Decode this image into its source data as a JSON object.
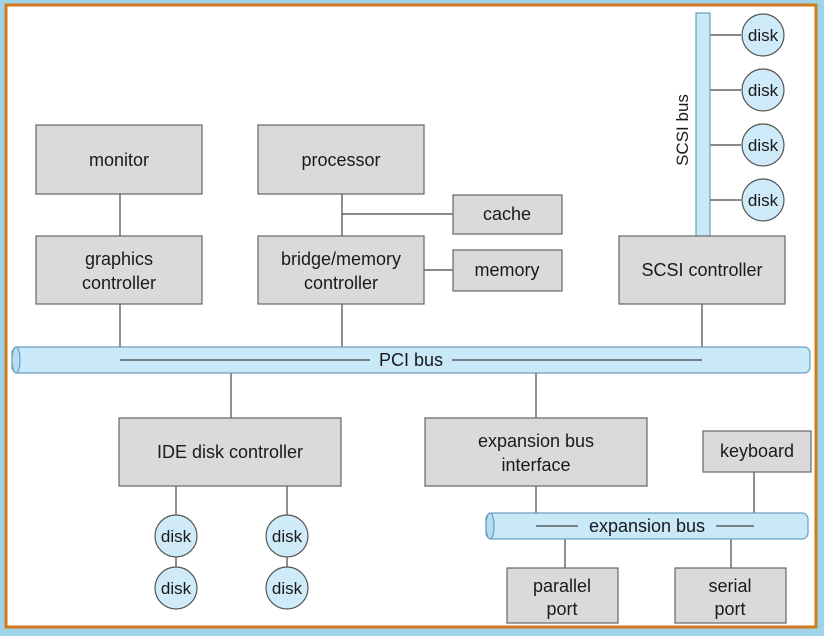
{
  "colors": {
    "frame_outer": "#9fd3ea",
    "frame_border": "#d07a1e",
    "box_fill": "#dadada",
    "bus_fill": "#c9e8f8",
    "disk_fill": "#cfeaf8"
  },
  "boxes": {
    "monitor": [
      "monitor"
    ],
    "processor": [
      "processor"
    ],
    "cache": [
      "cache"
    ],
    "graphics": [
      "graphics",
      "controller"
    ],
    "bridge": [
      "bridge/memory",
      "controller"
    ],
    "memory": [
      "memory"
    ],
    "scsi_controller": [
      "SCSI controller"
    ],
    "ide": [
      "IDE disk controller"
    ],
    "expansion_interface": [
      "expansion bus",
      "interface"
    ],
    "keyboard": [
      "keyboard"
    ],
    "parallel": [
      "parallel",
      "port"
    ],
    "serial": [
      "serial",
      "port"
    ]
  },
  "buses": {
    "pci": "PCI bus",
    "scsi": "SCSI bus",
    "expansion": "expansion bus"
  },
  "disk_label": "disk"
}
